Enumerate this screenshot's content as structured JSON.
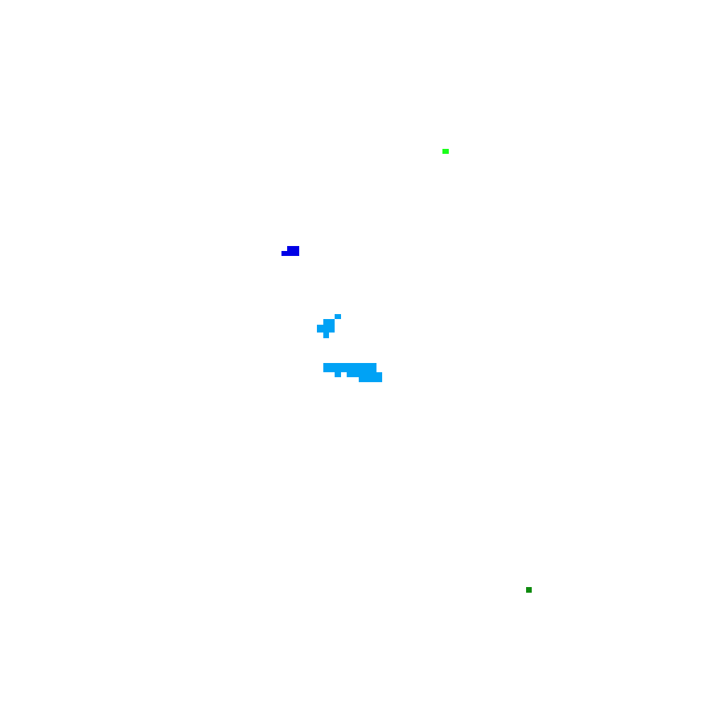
{
  "map": {
    "background": "#ffffff",
    "features": [
      {
        "name": "bright-green-marker",
        "color": "#1aff1a"
      },
      {
        "name": "blue-patch",
        "color": "#0000e6"
      },
      {
        "name": "light-blue-cluster-upper",
        "color": "#00a2f5"
      },
      {
        "name": "light-blue-cluster-lower",
        "color": "#00a2f5"
      },
      {
        "name": "dark-green-marker",
        "color": "#0f8a0f"
      }
    ]
  }
}
